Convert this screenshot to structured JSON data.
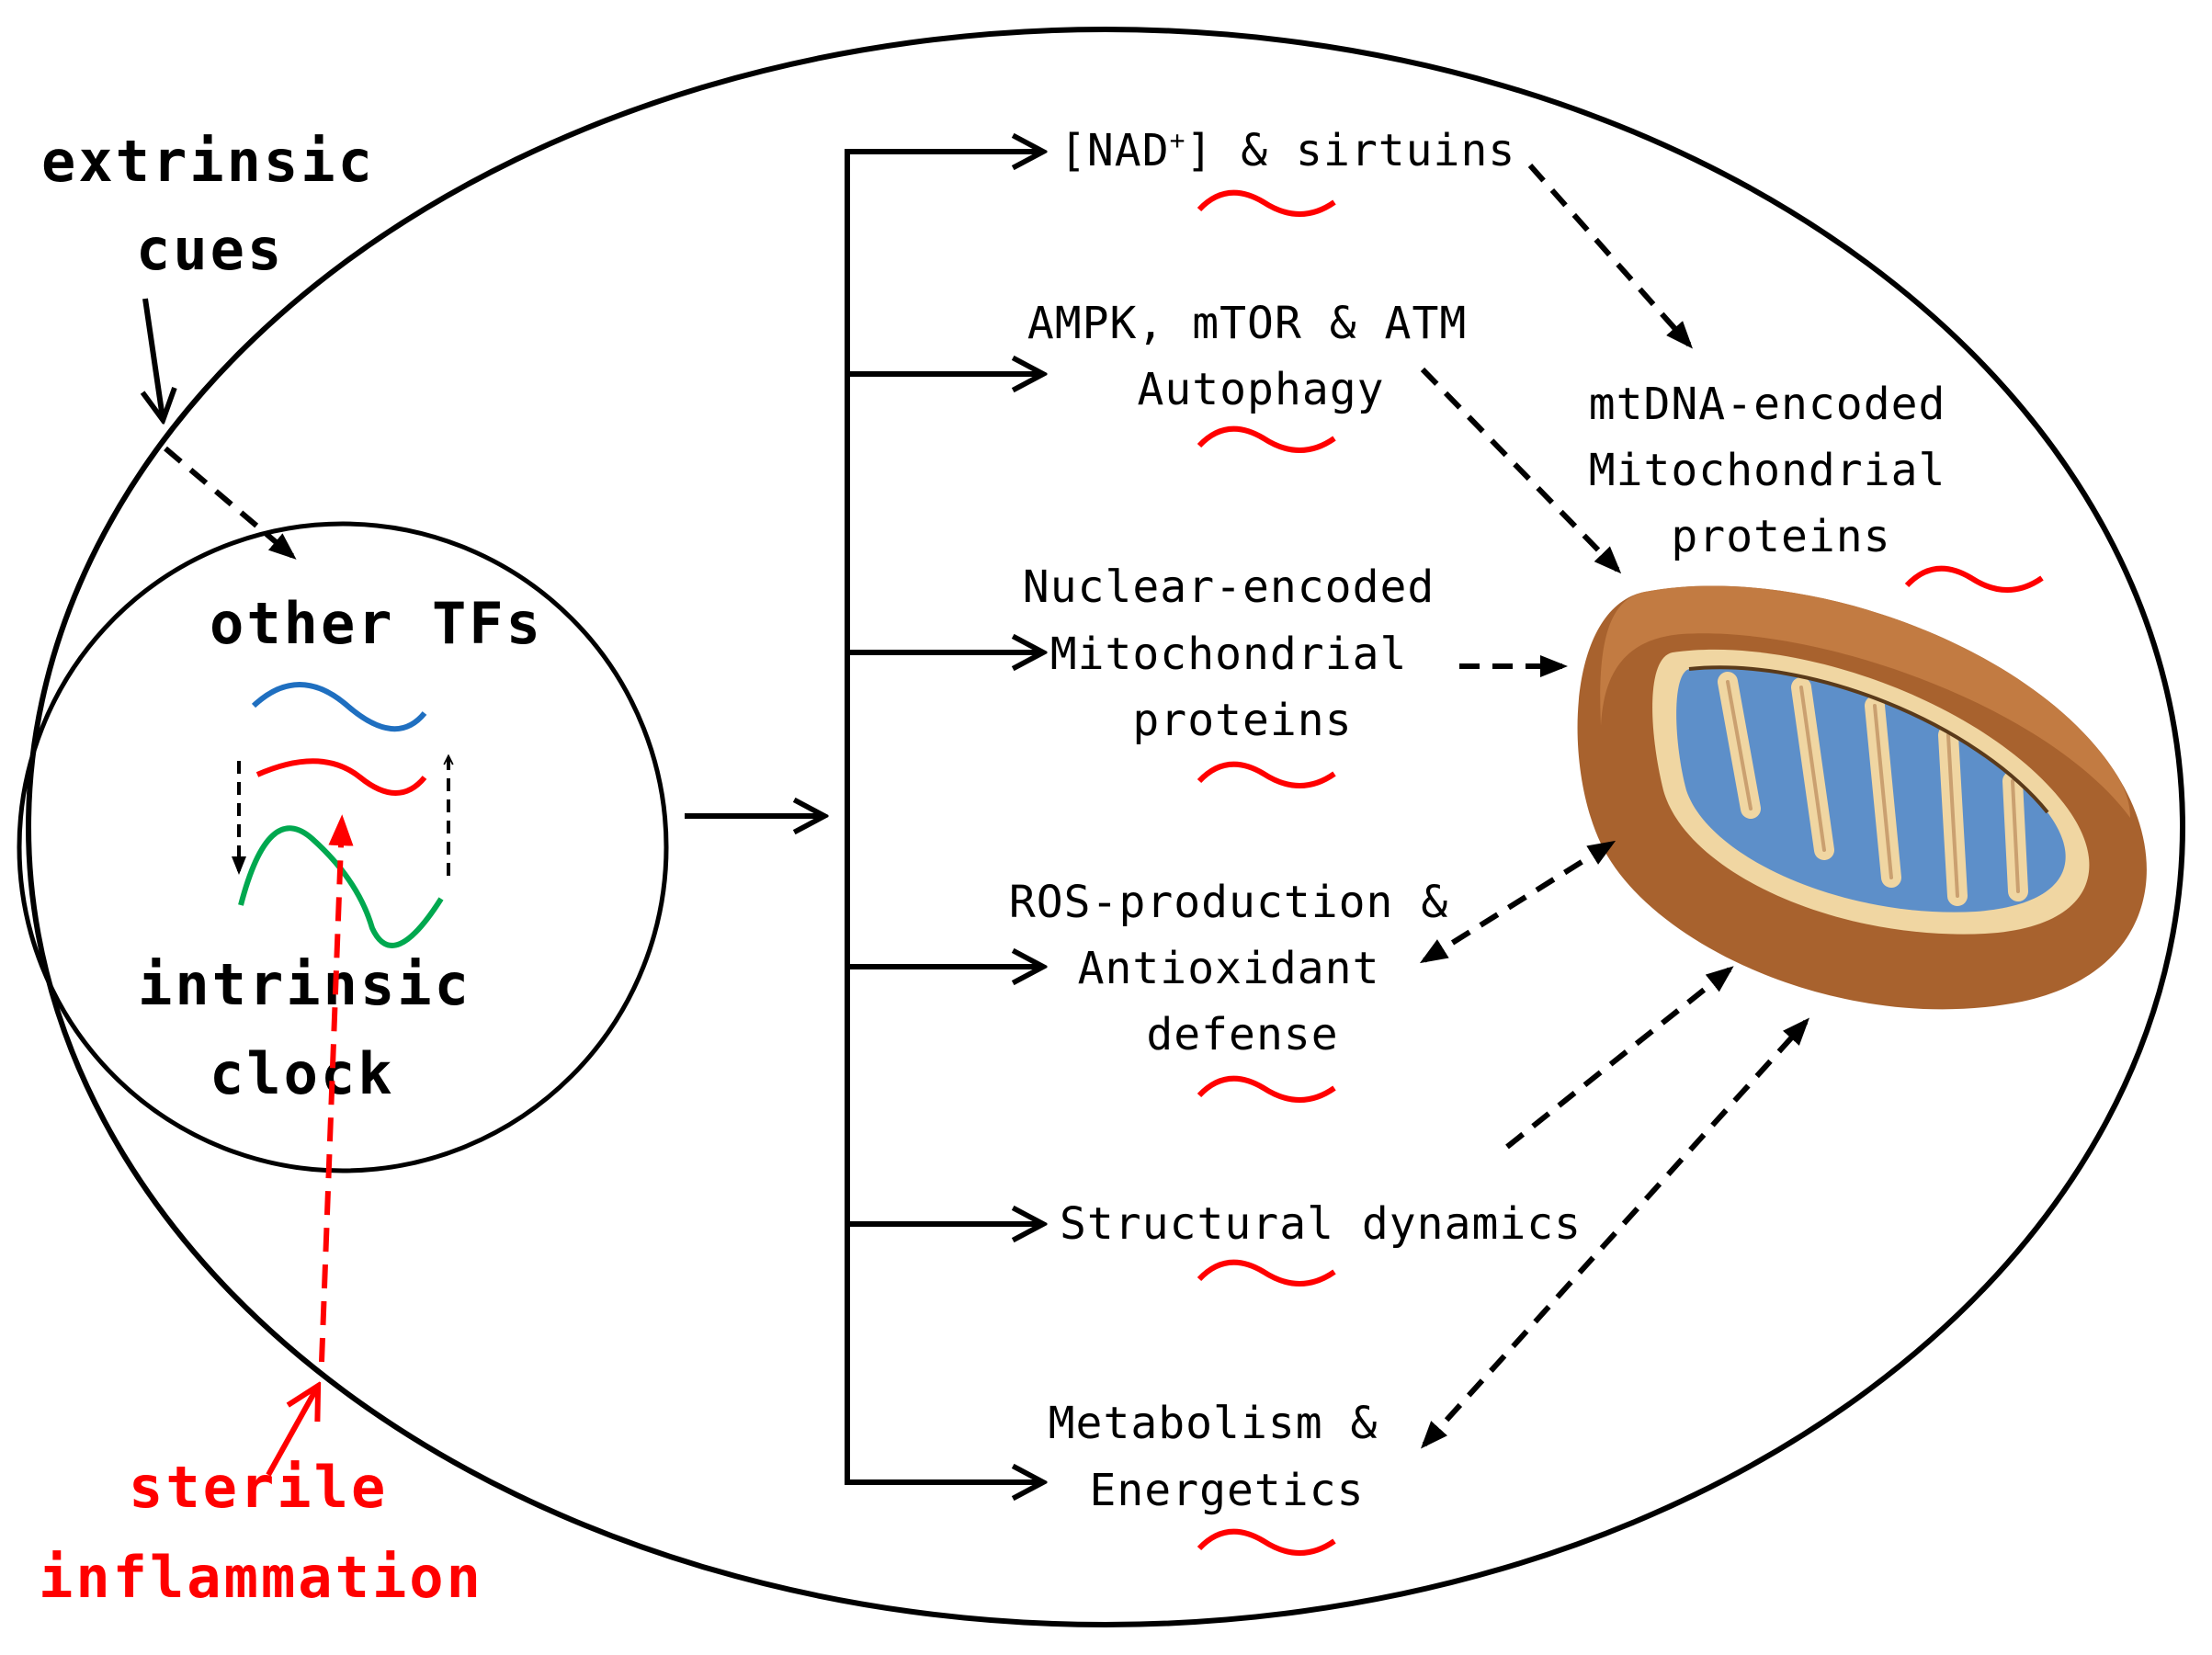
{
  "colors": {
    "line": "#000000",
    "accent_red": "#ff0000",
    "wave_blue": "#1f6fc0",
    "wave_red": "#ff0000",
    "wave_green": "#00a84f",
    "mito_outer": "#a8622e",
    "mito_inner": "#5d8fc9",
    "mito_cristae": "#f0d6a2"
  },
  "cell": {
    "extrinsic_cues": [
      "extrinsic",
      "cues"
    ],
    "sterile_inflammation": [
      "sterile",
      "inflammation"
    ]
  },
  "nucleus": {
    "other_tfs": "other TFs",
    "intrinsic_clock": [
      "intrinsic",
      "clock"
    ]
  },
  "outputs": {
    "nad": {
      "pre": "[NAD",
      "sup": "+",
      "post": "] & sirtuins"
    },
    "ampk": [
      "AMPK, mTOR & ATM",
      "Autophagy"
    ],
    "nuclear": [
      "Nuclear-encoded",
      "Mitochondrial",
      "proteins"
    ],
    "ros": [
      "ROS-production &",
      "Antioxidant",
      "defense"
    ],
    "structural": [
      "Structural dynamics"
    ],
    "metabolism": [
      "Metabolism &",
      "Energetics"
    ]
  },
  "mito": {
    "mtdna": [
      "mtDNA-encoded",
      "Mitochondrial",
      "proteins"
    ],
    "icon": "mitochondrion-icon"
  }
}
